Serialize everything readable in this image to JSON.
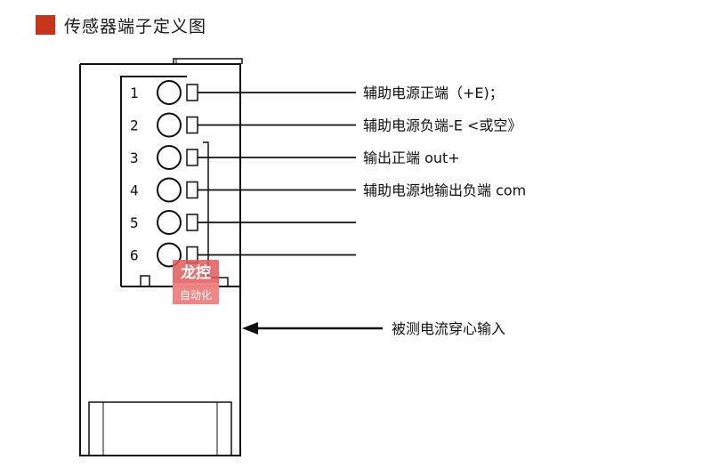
{
  "header": {
    "title": "传感器端子定义图",
    "accent_color": "#c8351e"
  },
  "terminals": [
    {
      "number": "1",
      "label": "辅助电源正端（+E)；"
    },
    {
      "number": "2",
      "label": "辅助电源负端-E <或空》"
    },
    {
      "number": "3",
      "label": "输出正端 out+"
    },
    {
      "number": "4",
      "label": "辅助电源地输出负端 com"
    },
    {
      "number": "5",
      "label": ""
    },
    {
      "number": "6",
      "label": ""
    }
  ],
  "current_input": {
    "label": "被测电流穿心输入"
  },
  "watermark": {
    "line1": "龙控",
    "line2": "自动化"
  }
}
